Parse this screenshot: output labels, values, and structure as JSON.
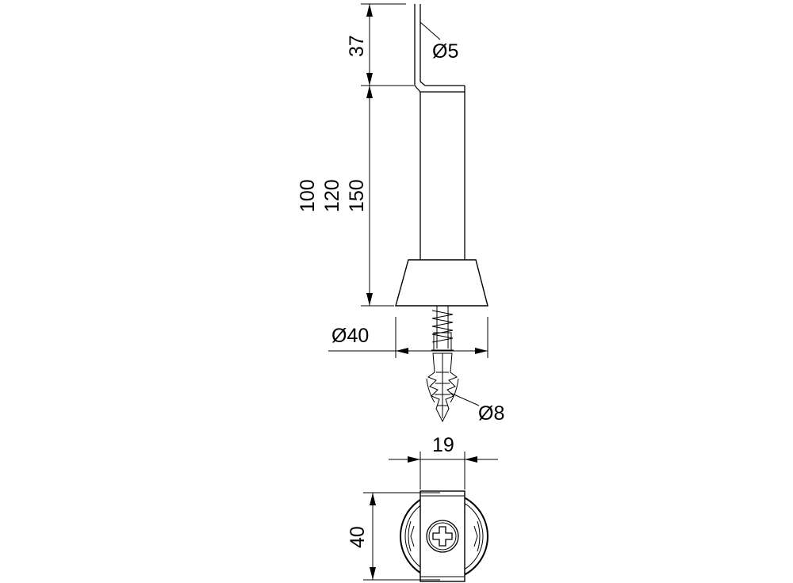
{
  "dimensions": {
    "top_height": "37",
    "rod_diameter": "Ø5",
    "length_a": "100",
    "length_b": "120",
    "length_c": "150",
    "base_diameter": "Ø40",
    "plug_diameter": "Ø8",
    "clamp_width": "19",
    "base_height": "40"
  }
}
